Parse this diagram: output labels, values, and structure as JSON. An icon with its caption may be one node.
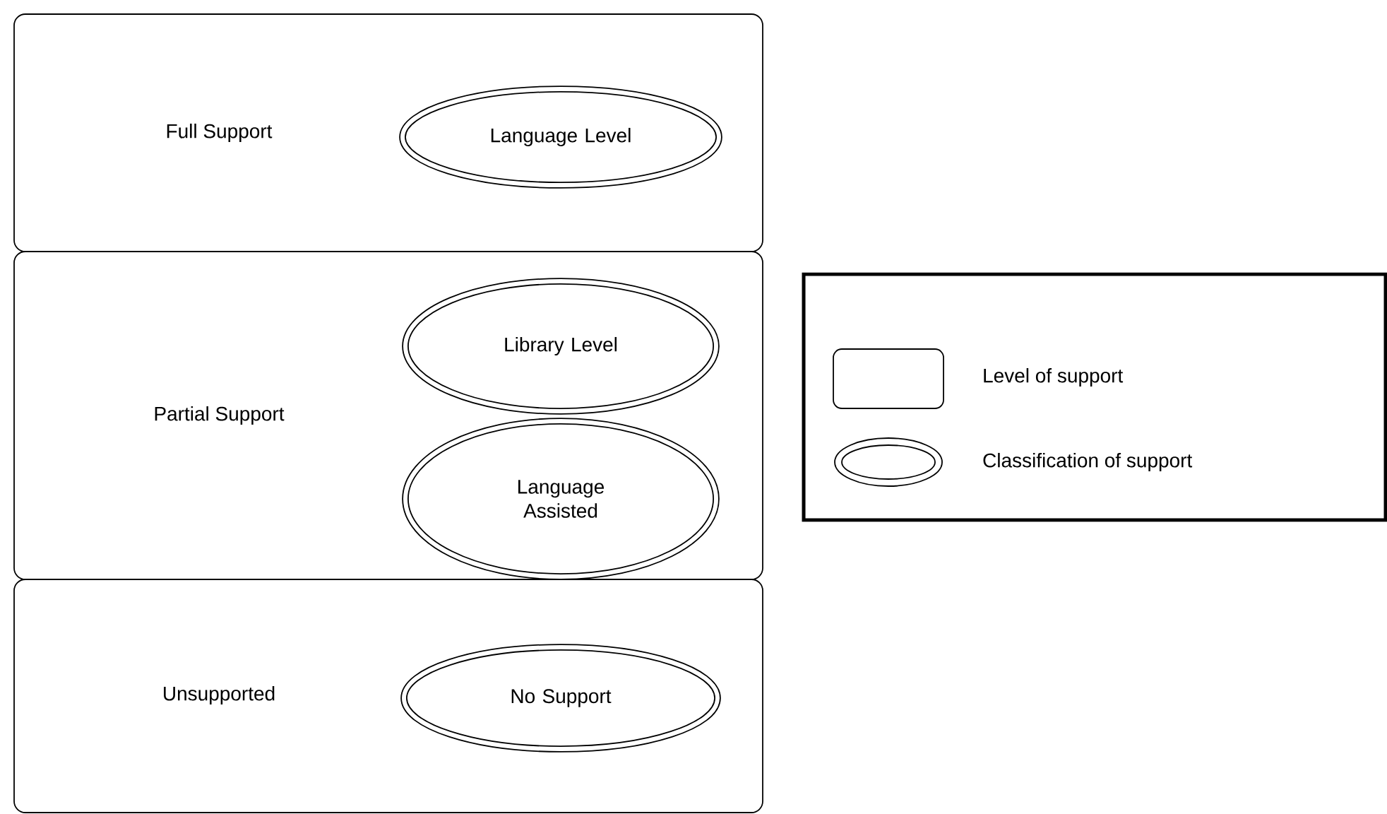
{
  "diagram": {
    "nodes": [
      {
        "text": [
          "Full Support"
        ]
      },
      {
        "text": [
          "Language Level"
        ],
        "in": 0
      },
      {
        "text": [
          "Partial Support"
        ]
      },
      {
        "text": [
          "Library Level"
        ],
        "in": 2
      },
      {
        "text": [
          "Language Assisted"
        ],
        "in": 2
      },
      {
        "text": [
          "Unsupported"
        ]
      },
      {
        "text": [
          "No Support"
        ],
        "in": 5
      }
    ],
    "edges": [],
    "legend": [
      {
        "text": "Level of support"
      },
      {
        "text": "Classification of support"
      }
    ]
  }
}
